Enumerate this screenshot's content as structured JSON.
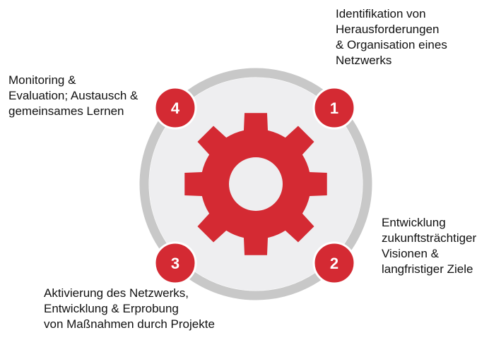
{
  "colors": {
    "accent_red": "#d42a33",
    "ring_gray": "#c8c8c8",
    "inner_fill": "#eeeef0",
    "text": "#111111",
    "white": "#ffffff"
  },
  "steps": [
    {
      "number": "1",
      "lines": [
        "Identifikation von",
        "Herausforderungen",
        "& Organisation eines",
        "Netzwerks"
      ]
    },
    {
      "number": "2",
      "lines": [
        "Entwicklung",
        "zukunftsträchtiger",
        "Visionen &",
        "langfristiger Ziele"
      ]
    },
    {
      "number": "3",
      "lines": [
        "Aktivierung des Netzwerks,",
        "Entwicklung & Erprobung",
        "von Maßnahmen durch Projekte"
      ]
    },
    {
      "number": "4",
      "lines": [
        "Monitoring &",
        "Evaluation; Austausch &",
        "gemeinsames Lernen"
      ]
    }
  ],
  "center_icon": "gear-icon"
}
